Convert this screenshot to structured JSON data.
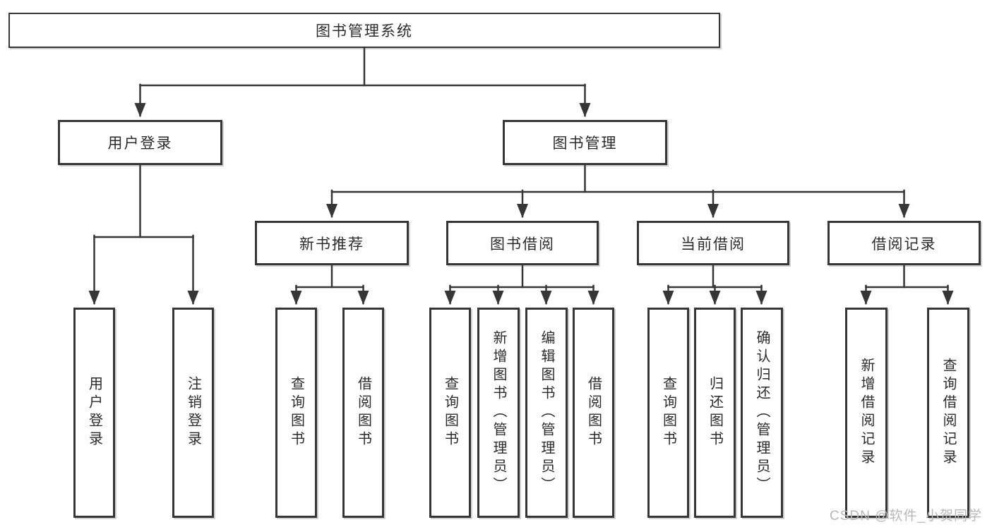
{
  "tree": {
    "label": "图书管理系统",
    "children": [
      {
        "label": "用户登录",
        "children": [
          {
            "label": "用户登录"
          },
          {
            "label": "注销登录"
          }
        ]
      },
      {
        "label": "图书管理",
        "children": [
          {
            "label": "新书推荐",
            "children": [
              {
                "label": "查询图书"
              },
              {
                "label": "借阅图书"
              }
            ]
          },
          {
            "label": "图书借阅",
            "children": [
              {
                "label": "查询图书"
              },
              {
                "label": "新增图书（管理员）"
              },
              {
                "label": "编辑图书（管理员）"
              },
              {
                "label": "借阅图书"
              }
            ]
          },
          {
            "label": "当前借阅",
            "children": [
              {
                "label": "查询图书"
              },
              {
                "label": "归还图书"
              },
              {
                "label": "确认归还（管理员）"
              }
            ]
          },
          {
            "label": "借阅记录",
            "children": [
              {
                "label": "新增借阅记录"
              },
              {
                "label": "查询借阅记录"
              }
            ]
          }
        ]
      }
    ]
  },
  "watermark": "CSDN @软件_小贺同学",
  "colors": {
    "line": "#363636",
    "box_border": "#363636",
    "text": "#2b2b2b",
    "background": "#ffffff",
    "watermark": "#b9b9b9"
  }
}
